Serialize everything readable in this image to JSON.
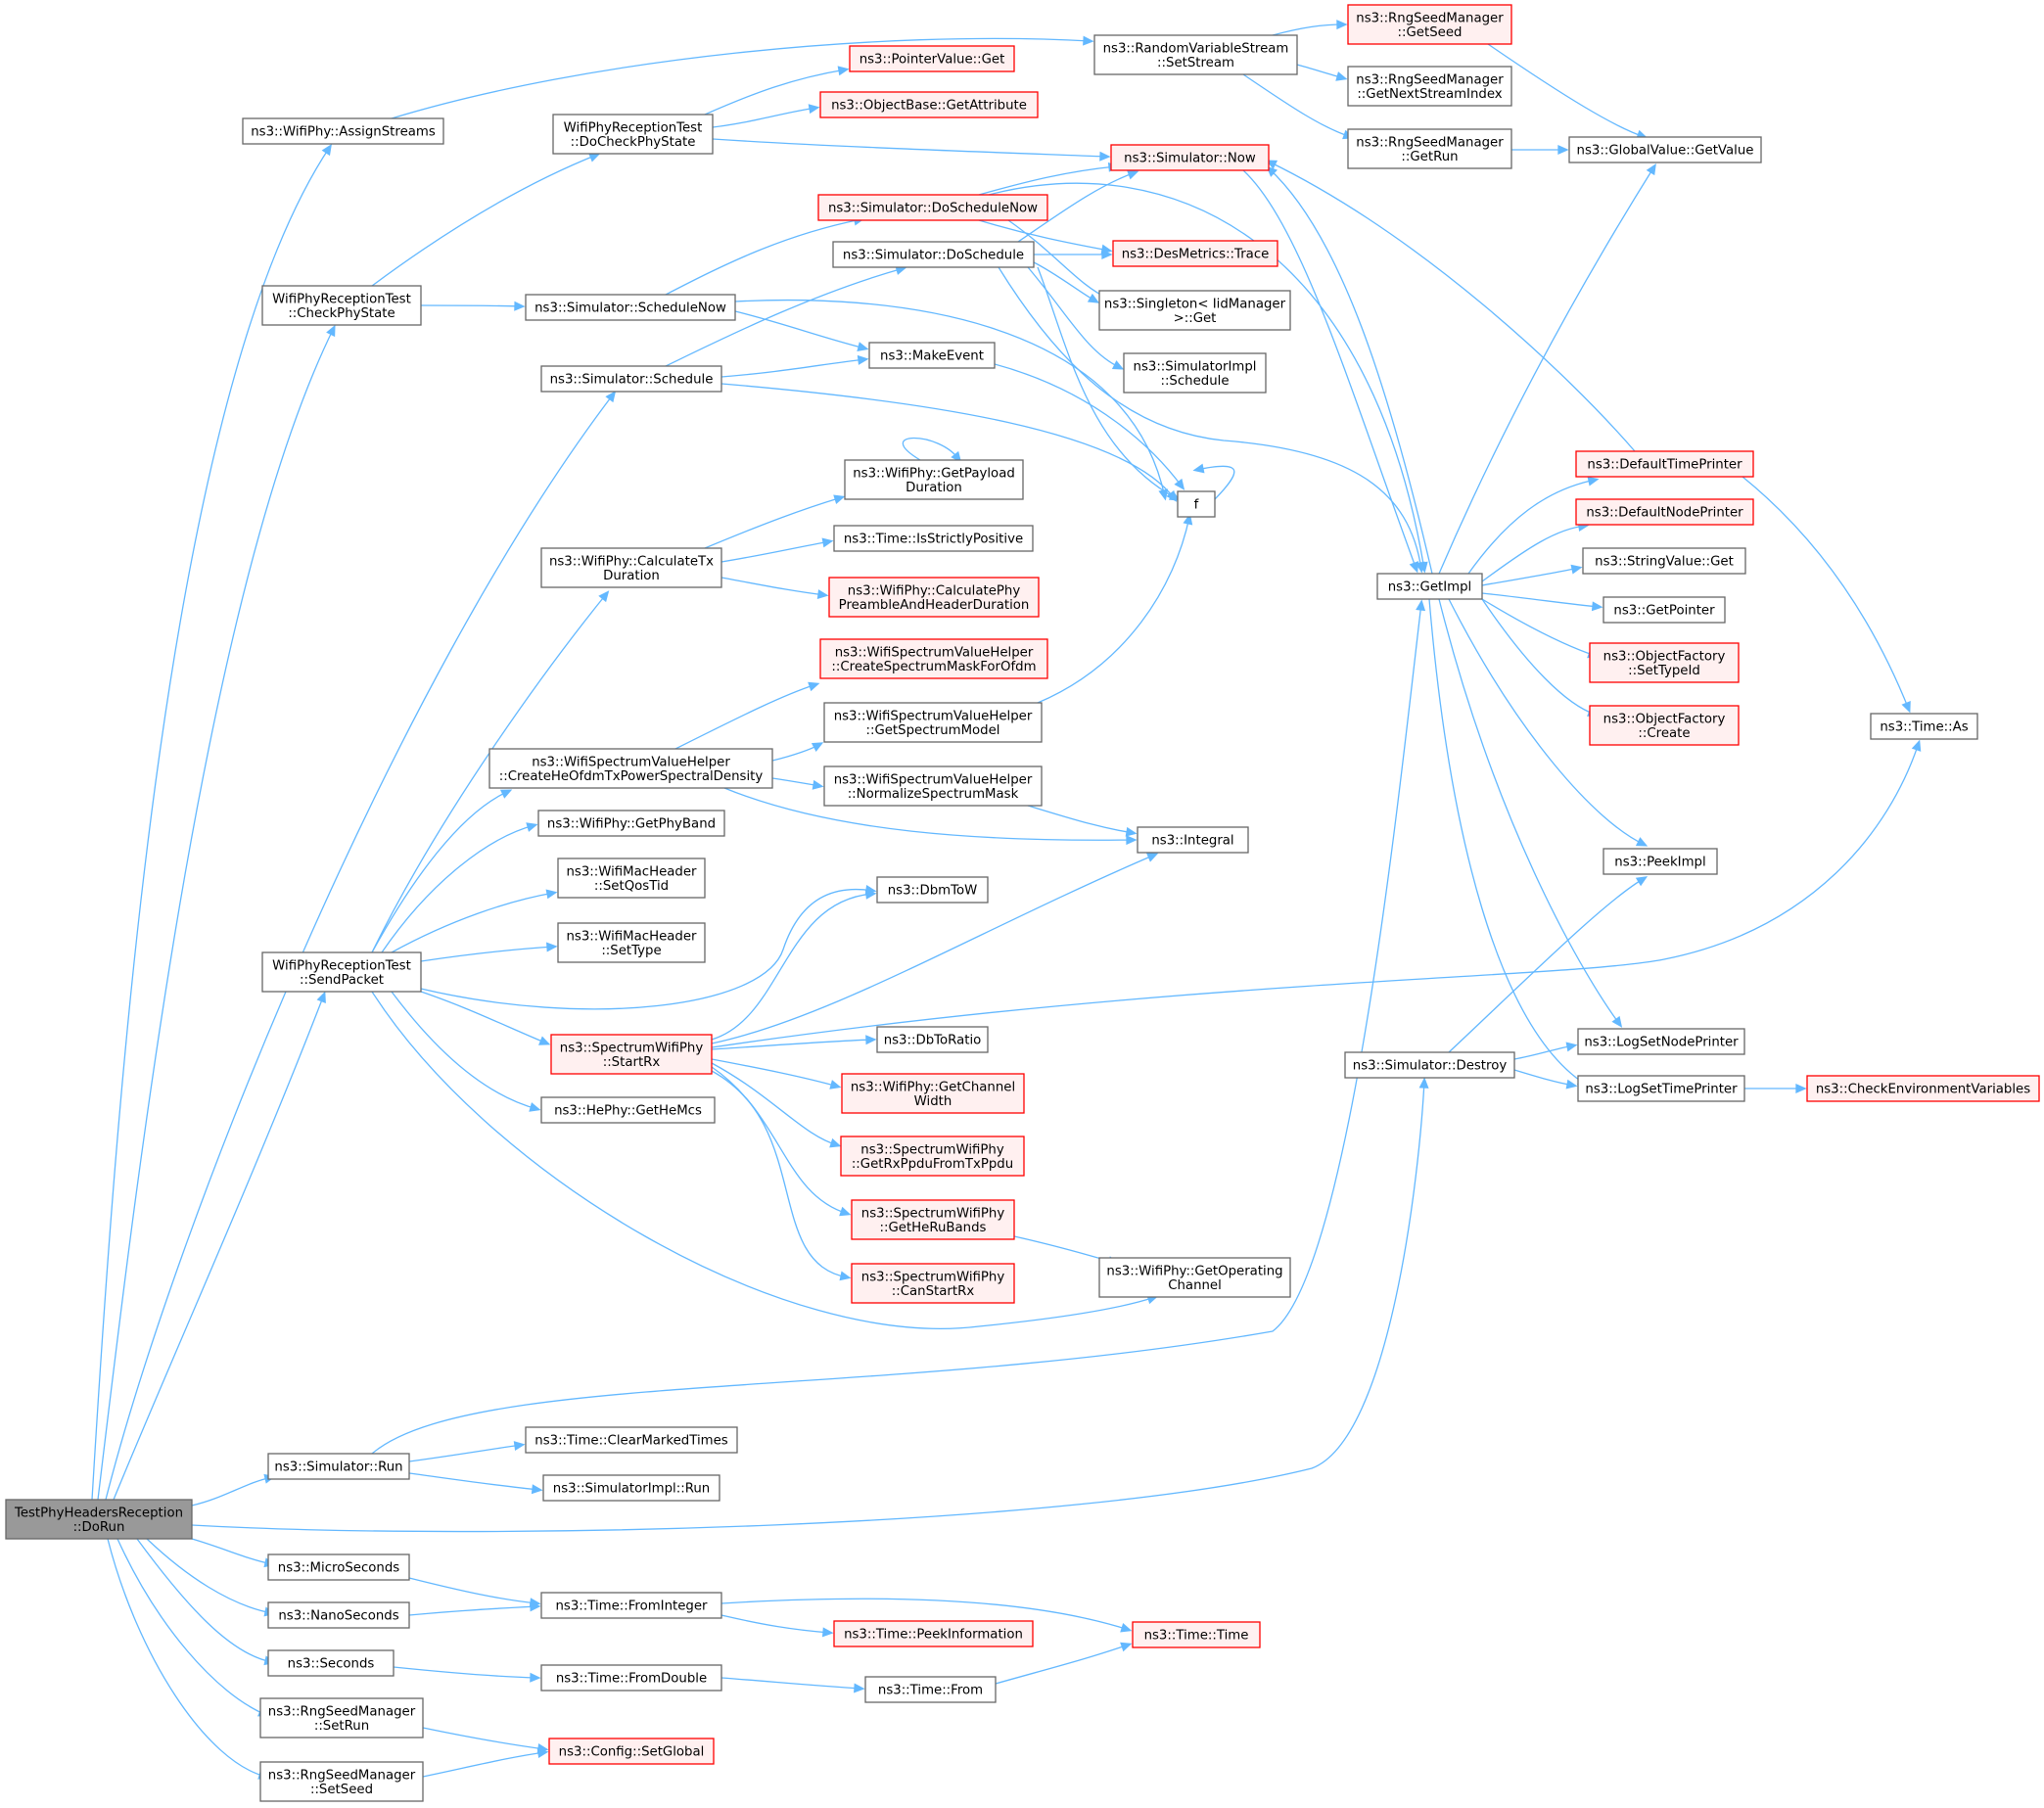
{
  "colors": {
    "edge": "#63b8ff",
    "node_border": "#666666",
    "node_fill": "#ffffff",
    "linked_border": "#ff0000",
    "linked_fill": "#fff0f0",
    "root_fill": "#999999",
    "root_border": "#666666"
  },
  "nodes": [
    {
      "id": "dorun",
      "lines": [
        "TestPhyHeadersReception",
        "::DoRun"
      ],
      "style": "root"
    },
    {
      "id": "assign",
      "lines": [
        "ns3::WifiPhy::AssignStreams"
      ],
      "style": "normal"
    },
    {
      "id": "checkphy",
      "lines": [
        "WifiPhyReceptionTest",
        "::CheckPhyState"
      ],
      "style": "normal"
    },
    {
      "id": "schedule",
      "lines": [
        "ns3::Simulator::Schedule"
      ],
      "style": "normal"
    },
    {
      "id": "sendpacket",
      "lines": [
        "WifiPhyReceptionTest",
        "::SendPacket"
      ],
      "style": "normal"
    },
    {
      "id": "simrun",
      "lines": [
        "ns3::Simulator::Run"
      ],
      "style": "normal"
    },
    {
      "id": "micro",
      "lines": [
        "ns3::MicroSeconds"
      ],
      "style": "normal"
    },
    {
      "id": "nano",
      "lines": [
        "ns3::NanoSeconds"
      ],
      "style": "normal"
    },
    {
      "id": "seconds",
      "lines": [
        "ns3::Seconds"
      ],
      "style": "normal"
    },
    {
      "id": "setrun",
      "lines": [
        "ns3::RngSeedManager",
        "::SetRun"
      ],
      "style": "normal"
    },
    {
      "id": "setseed",
      "lines": [
        "ns3::RngSeedManager",
        "::SetSeed"
      ],
      "style": "normal"
    },
    {
      "id": "setstream",
      "lines": [
        "ns3::RandomVariableStream",
        "::SetStream"
      ],
      "style": "normal"
    },
    {
      "id": "docheck",
      "lines": [
        "WifiPhyReceptionTest",
        "::DoCheckPhyState"
      ],
      "style": "normal"
    },
    {
      "id": "pvget",
      "lines": [
        "ns3::PointerValue::Get"
      ],
      "style": "linked"
    },
    {
      "id": "getattr",
      "lines": [
        "ns3::ObjectBase::GetAttribute"
      ],
      "style": "linked"
    },
    {
      "id": "schednow",
      "lines": [
        "ns3::Simulator::ScheduleNow"
      ],
      "style": "normal"
    },
    {
      "id": "dosched",
      "lines": [
        "ns3::Simulator::DoSchedule"
      ],
      "style": "normal"
    },
    {
      "id": "doschednow",
      "lines": [
        "ns3::Simulator::DoScheduleNow"
      ],
      "style": "linked"
    },
    {
      "id": "now",
      "lines": [
        "ns3::Simulator::Now"
      ],
      "style": "linked"
    },
    {
      "id": "makeevent",
      "lines": [
        "ns3::MakeEvent"
      ],
      "style": "normal"
    },
    {
      "id": "getpayload",
      "lines": [
        "ns3::WifiPhy::GetPayload",
        "Duration"
      ],
      "style": "normal"
    },
    {
      "id": "f",
      "lines": [
        "f"
      ],
      "style": "normal"
    },
    {
      "id": "calctx",
      "lines": [
        "ns3::WifiPhy::CalculateTx",
        "Duration"
      ],
      "style": "normal"
    },
    {
      "id": "strictpos",
      "lines": [
        "ns3::Time::IsStrictlyPositive"
      ],
      "style": "normal"
    },
    {
      "id": "calcpreamble",
      "lines": [
        "ns3::WifiPhy::CalculatePhy",
        "PreambleAndHeaderDuration"
      ],
      "style": "linked"
    },
    {
      "id": "createmask",
      "lines": [
        "ns3::WifiSpectrumValueHelper",
        "::CreateSpectrumMaskForOfdm"
      ],
      "style": "linked"
    },
    {
      "id": "getspecmodel",
      "lines": [
        "ns3::WifiSpectrumValueHelper",
        "::GetSpectrumModel"
      ],
      "style": "normal"
    },
    {
      "id": "createhe",
      "lines": [
        "ns3::WifiSpectrumValueHelper",
        "::CreateHeOfdmTxPowerSpectralDensity"
      ],
      "style": "normal"
    },
    {
      "id": "normalize",
      "lines": [
        "ns3::WifiSpectrumValueHelper",
        "::NormalizeSpectrumMask"
      ],
      "style": "normal"
    },
    {
      "id": "getphyband",
      "lines": [
        "ns3::WifiPhy::GetPhyBand"
      ],
      "style": "normal"
    },
    {
      "id": "integral",
      "lines": [
        "ns3::Integral"
      ],
      "style": "normal"
    },
    {
      "id": "setqos",
      "lines": [
        "ns3::WifiMacHeader",
        "::SetQosTid"
      ],
      "style": "normal"
    },
    {
      "id": "settype",
      "lines": [
        "ns3::WifiMacHeader",
        "::SetType"
      ],
      "style": "normal"
    },
    {
      "id": "dbmtow",
      "lines": [
        "ns3::DbmToW"
      ],
      "style": "normal"
    },
    {
      "id": "startrx",
      "lines": [
        "ns3::SpectrumWifiPhy",
        "::StartRx"
      ],
      "style": "linked"
    },
    {
      "id": "dbtoratio",
      "lines": [
        "ns3::DbToRatio"
      ],
      "style": "normal"
    },
    {
      "id": "getchwidth",
      "lines": [
        "ns3::WifiPhy::GetChannel",
        "Width"
      ],
      "style": "linked"
    },
    {
      "id": "getrxppdu",
      "lines": [
        "ns3::SpectrumWifiPhy",
        "::GetRxPpduFromTxPpdu"
      ],
      "style": "linked"
    },
    {
      "id": "getheru",
      "lines": [
        "ns3::SpectrumWifiPhy",
        "::GetHeRuBands"
      ],
      "style": "linked"
    },
    {
      "id": "canstart",
      "lines": [
        "ns3::SpectrumWifiPhy",
        "::CanStartRx"
      ],
      "style": "linked"
    },
    {
      "id": "gethemcs",
      "lines": [
        "ns3::HePhy::GetHeMcs"
      ],
      "style": "normal"
    },
    {
      "id": "getopch",
      "lines": [
        "ns3::WifiPhy::GetOperating",
        "Channel"
      ],
      "style": "normal"
    },
    {
      "id": "clearmarked",
      "lines": [
        "ns3::Time::ClearMarkedTimes"
      ],
      "style": "normal"
    },
    {
      "id": "simimplrun",
      "lines": [
        "ns3::SimulatorImpl::Run"
      ],
      "style": "normal"
    },
    {
      "id": "frominteger",
      "lines": [
        "ns3::Time::FromInteger"
      ],
      "style": "normal"
    },
    {
      "id": "peekinfo",
      "lines": [
        "ns3::Time::PeekInformation"
      ],
      "style": "linked"
    },
    {
      "id": "time",
      "lines": [
        "ns3::Time::Time"
      ],
      "style": "linked"
    },
    {
      "id": "fromdouble",
      "lines": [
        "ns3::Time::FromDouble"
      ],
      "style": "normal"
    },
    {
      "id": "from",
      "lines": [
        "ns3::Time::From"
      ],
      "style": "normal"
    },
    {
      "id": "setglobal",
      "lines": [
        "ns3::Config::SetGlobal"
      ],
      "style": "linked"
    },
    {
      "id": "destiny",
      "lines": [
        "ns3::DesMetrics::Trace"
      ],
      "style": "linked"
    },
    {
      "id": "singleton",
      "lines": [
        "ns3::Singleton< IidManager",
        " >::Get"
      ],
      "style": "normal"
    },
    {
      "id": "simimplsched",
      "lines": [
        "ns3::SimulatorImpl",
        "::Schedule"
      ],
      "style": "normal"
    },
    {
      "id": "getimpl",
      "lines": [
        "ns3::GetImpl"
      ],
      "style": "normal"
    },
    {
      "id": "simdestroy",
      "lines": [
        "ns3::Simulator::Destroy"
      ],
      "style": "normal"
    },
    {
      "id": "getseed",
      "lines": [
        "ns3::RngSeedManager",
        "::GetSeed"
      ],
      "style": "linked"
    },
    {
      "id": "getnextstream",
      "lines": [
        "ns3::RngSeedManager",
        "::GetNextStreamIndex"
      ],
      "style": "normal"
    },
    {
      "id": "getrun",
      "lines": [
        "ns3::RngSeedManager",
        "::GetRun"
      ],
      "style": "normal"
    },
    {
      "id": "gvgetvalue",
      "lines": [
        "ns3::GlobalValue::GetValue"
      ],
      "style": "normal"
    },
    {
      "id": "deftimeprinter",
      "lines": [
        "ns3::DefaultTimePrinter"
      ],
      "style": "linked"
    },
    {
      "id": "defnodeprinter",
      "lines": [
        "ns3::DefaultNodePrinter"
      ],
      "style": "linked"
    },
    {
      "id": "strget",
      "lines": [
        "ns3::StringValue::Get"
      ],
      "style": "normal"
    },
    {
      "id": "getpointer",
      "lines": [
        "ns3::GetPointer"
      ],
      "style": "normal"
    },
    {
      "id": "ofsettypeid",
      "lines": [
        "ns3::ObjectFactory",
        "::SetTypeId"
      ],
      "style": "linked"
    },
    {
      "id": "ofcreate",
      "lines": [
        "ns3::ObjectFactory",
        "::Create"
      ],
      "style": "linked"
    },
    {
      "id": "peekimpl",
      "lines": [
        "ns3::PeekImpl"
      ],
      "style": "normal"
    },
    {
      "id": "lognode",
      "lines": [
        "ns3::LogSetNodePrinter"
      ],
      "style": "normal"
    },
    {
      "id": "logtime",
      "lines": [
        "ns3::LogSetTimePrinter"
      ],
      "style": "normal"
    },
    {
      "id": "checkenv",
      "lines": [
        "ns3::CheckEnvironmentVariables"
      ],
      "style": "linked"
    },
    {
      "id": "timeas",
      "lines": [
        "ns3::Time::As"
      ],
      "style": "normal"
    }
  ]
}
